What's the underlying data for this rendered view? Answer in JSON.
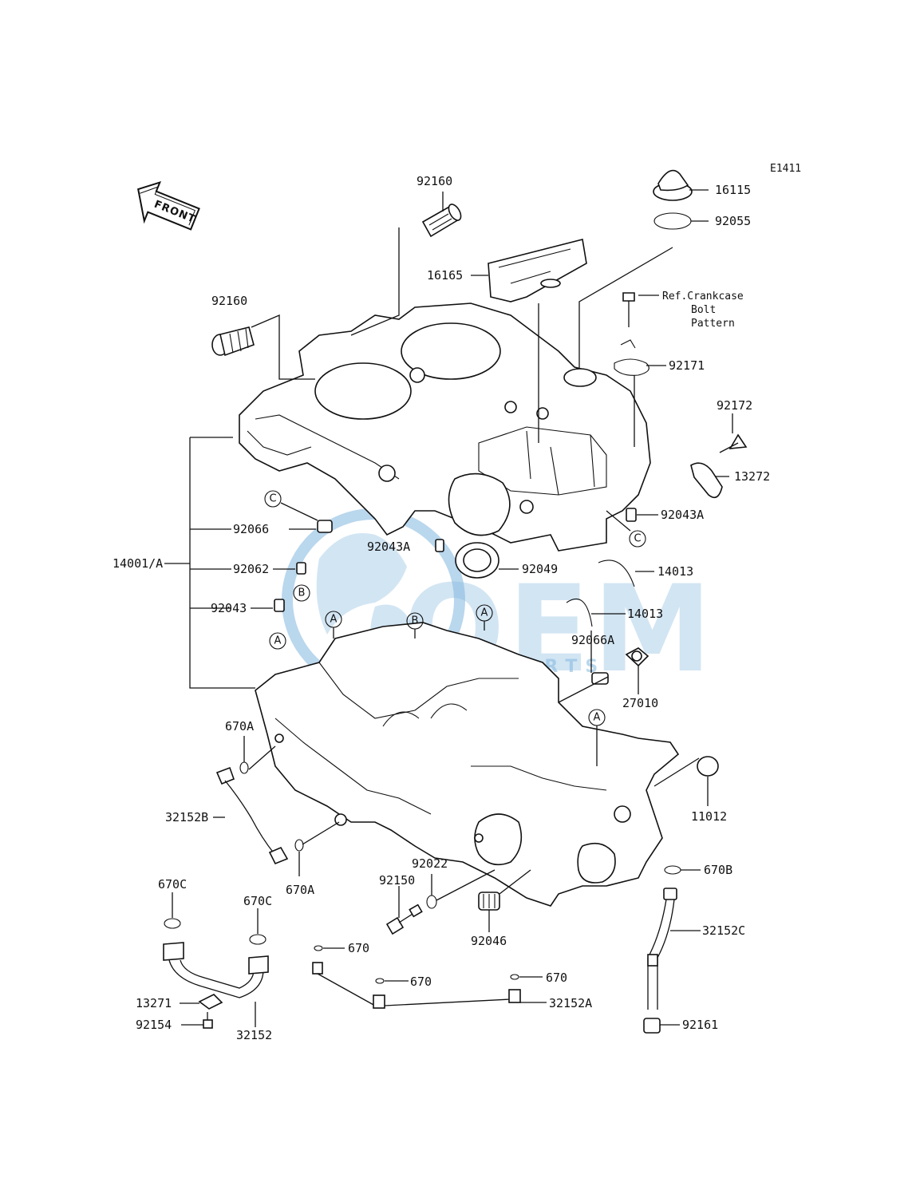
{
  "diagram": {
    "code": "E1411",
    "front_label": "FRONT",
    "watermark": {
      "brand": "OEM",
      "sub": "MOTORPARTS",
      "color": "#6aa9d8"
    },
    "reference_note": [
      "Ref.Crankcase",
      "Bolt",
      "Pattern"
    ],
    "callouts": {
      "p92160_top": "92160",
      "p16115": "16115",
      "p92055": "92055",
      "p16165": "16165",
      "p92160_left": "92160",
      "p92171": "92171",
      "p92172": "92172",
      "p13272": "13272",
      "p92043A_right": "92043A",
      "p14001A": "14001/A",
      "p92066": "92066",
      "p92043A_mid": "92043A",
      "p92049": "92049",
      "p14013_a": "14013",
      "p92062": "92062",
      "p14013_b": "14013",
      "p92043": "92043",
      "p92066A": "92066A",
      "p27010": "27010",
      "p670A_top": "670A",
      "p32152B": "32152B",
      "p11012": "11012",
      "p670A_bottom": "670A",
      "p92022": "92022",
      "p670B": "670B",
      "p670C_left": "670C",
      "p92150": "92150",
      "p670C_right": "670C",
      "p32152C": "32152C",
      "p92046": "92046",
      "p670_a": "670",
      "p670_b": "670",
      "p670_c": "670",
      "p13271": "13271",
      "p32152A": "32152A",
      "p92154": "92154",
      "p32152": "32152",
      "p92161": "92161"
    },
    "markers": {
      "c_top": "C",
      "c_right": "C",
      "b_left": "B",
      "a_left": "A",
      "a_case1": "A",
      "b_case": "B",
      "a_case2": "A",
      "a_lower": "A"
    }
  }
}
